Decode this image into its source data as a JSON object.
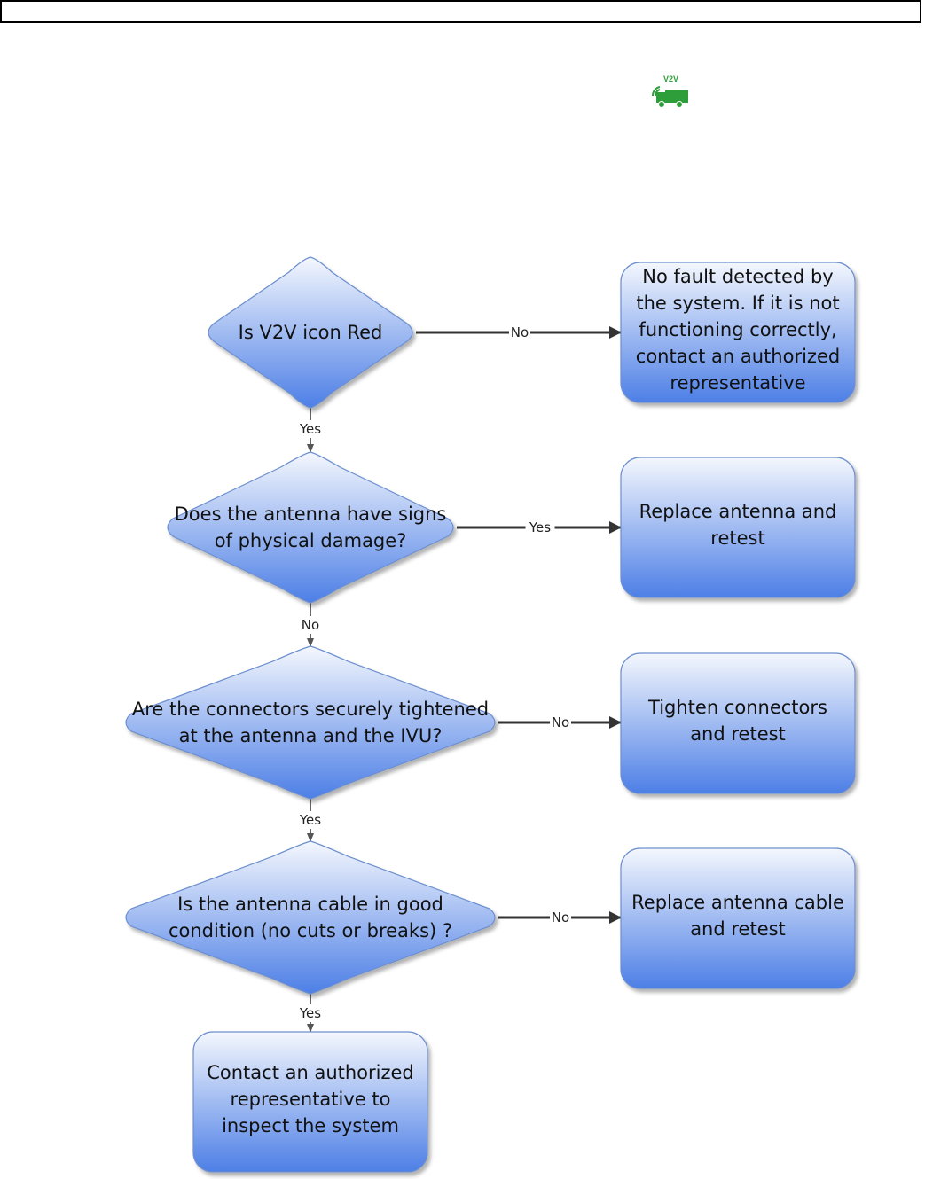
{
  "header_icon": {
    "name": "v2v-truck-icon",
    "label": "V2V",
    "color": "#2e9e3a"
  },
  "colors": {
    "node_top": "#f4f7fd",
    "node_bottom": "#4d7fe6",
    "node_stroke": "#6c8fcf",
    "line": "#333333"
  },
  "decisions": [
    {
      "id": "d1",
      "lines": [
        "Is V2V icon Red"
      ]
    },
    {
      "id": "d2",
      "lines": [
        "Does the antenna have signs",
        "of physical damage?"
      ]
    },
    {
      "id": "d3",
      "lines": [
        "Are the connectors securely tightened",
        "at the antenna and the IVU?"
      ]
    },
    {
      "id": "d4",
      "lines": [
        "Is the antenna cable in good",
        "condition (no cuts or breaks) ?"
      ]
    }
  ],
  "actions": [
    {
      "id": "a1",
      "lines": [
        "No fault detected by",
        "the system. If it is not",
        "functioning correctly,",
        "contact an authorized",
        "representative"
      ]
    },
    {
      "id": "a2",
      "lines": [
        "Replace antenna and",
        "retest"
      ]
    },
    {
      "id": "a3",
      "lines": [
        "Tighten connectors",
        "and retest"
      ]
    },
    {
      "id": "a4",
      "lines": [
        "Replace antenna cable",
        "and retest"
      ]
    },
    {
      "id": "a5",
      "lines": [
        "Contact an authorized",
        "representative to",
        "inspect the system"
      ]
    }
  ],
  "edges": [
    {
      "from": "d1",
      "to": "a1",
      "label": "No"
    },
    {
      "from": "d1",
      "to": "d2",
      "label": "Yes"
    },
    {
      "from": "d2",
      "to": "a2",
      "label": "Yes"
    },
    {
      "from": "d2",
      "to": "d3",
      "label": "No"
    },
    {
      "from": "d3",
      "to": "a3",
      "label": "No"
    },
    {
      "from": "d3",
      "to": "d4",
      "label": "Yes"
    },
    {
      "from": "d4",
      "to": "a4",
      "label": "No"
    },
    {
      "from": "d4",
      "to": "a5",
      "label": "Yes"
    }
  ]
}
